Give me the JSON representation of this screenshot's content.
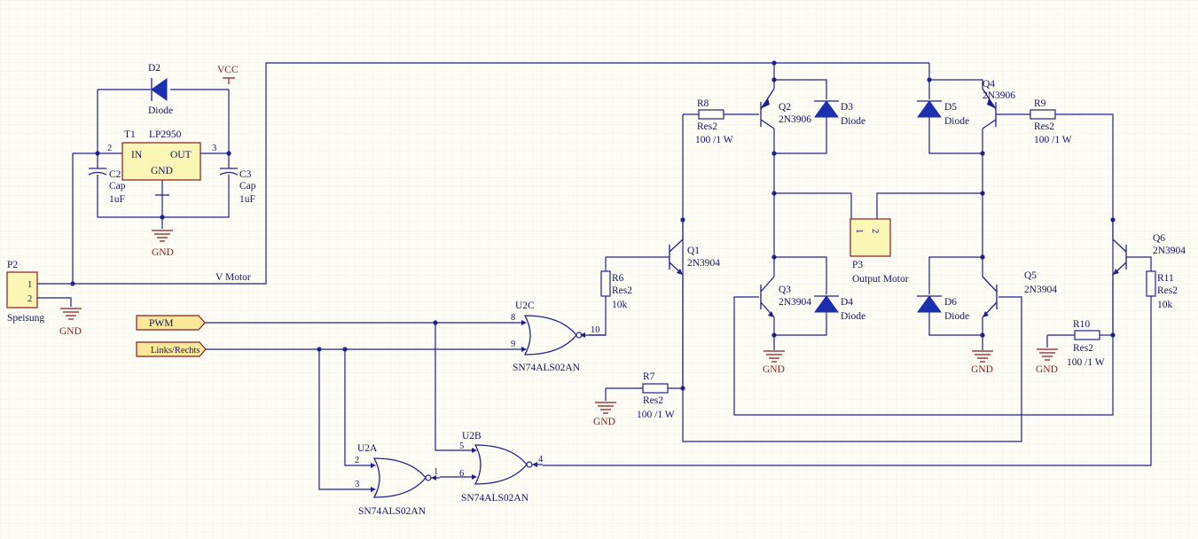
{
  "components": {
    "D2": {
      "ref": "D2",
      "value": "Diode"
    },
    "VCC": {
      "label": "VCC"
    },
    "T1": {
      "ref": "T1",
      "part": "LP2950",
      "pin_in": "IN",
      "pin_out": "OUT",
      "pin_gnd": "GND",
      "pin_num_in": "2",
      "pin_num_out": "3"
    },
    "C2": {
      "ref": "C2",
      "type": "Cap",
      "value": "1uF"
    },
    "C3": {
      "ref": "C3",
      "type": "Cap",
      "value": "1uF"
    },
    "GND_supply": {
      "label": "GND"
    },
    "P2": {
      "ref": "P2",
      "name": "Speisung",
      "pin1": "1",
      "pin2": "2"
    },
    "GND_p2": {
      "label": "GND"
    },
    "net_vmotor": {
      "label": "V Motor"
    },
    "port_pwm": {
      "label": "PWM"
    },
    "port_dir": {
      "label": "Links/Rechts"
    },
    "U2C": {
      "ref": "U2C",
      "part": "SN74ALS02AN",
      "pin_a": "8",
      "pin_b": "9",
      "pin_y": "10"
    },
    "U2A": {
      "ref": "U2A",
      "part": "SN74ALS02AN",
      "pin_a": "2",
      "pin_b": "3",
      "pin_y": "1"
    },
    "U2B": {
      "ref": "U2B",
      "part": "SN74ALS02AN",
      "pin_a": "5",
      "pin_b": "6",
      "pin_y": "4"
    },
    "R6": {
      "ref": "R6",
      "type": "Res2",
      "value": "10k"
    },
    "R7": {
      "ref": "R7",
      "type": "Res2",
      "value": "100 /1 W"
    },
    "R8": {
      "ref": "R8",
      "type": "Res2",
      "value": "100 /1 W"
    },
    "R9": {
      "ref": "R9",
      "type": "Res2",
      "value": "100 /1 W"
    },
    "R10": {
      "ref": "R10",
      "type": "Res2",
      "value": "100 /1 W"
    },
    "R11": {
      "ref": "R11",
      "type": "Res2",
      "value": "10k"
    },
    "Q1": {
      "ref": "Q1",
      "part": "2N3904"
    },
    "Q2": {
      "ref": "Q2",
      "part": "2N3906"
    },
    "Q3": {
      "ref": "Q3",
      "part": "2N3904"
    },
    "Q4": {
      "ref": "Q4",
      "part": "2N3906"
    },
    "Q5": {
      "ref": "Q5",
      "part": "2N3904"
    },
    "Q6": {
      "ref": "Q6",
      "part": "2N3904"
    },
    "D3": {
      "ref": "D3",
      "value": "Diode"
    },
    "D4": {
      "ref": "D4",
      "value": "Diode"
    },
    "D5": {
      "ref": "D5",
      "value": "Diode"
    },
    "D6": {
      "ref": "D6",
      "value": "Diode"
    },
    "P3": {
      "ref": "P3",
      "name": "Output Motor",
      "pin1": "1",
      "pin2": "2"
    },
    "GND_r7": {
      "label": "GND"
    },
    "GND_q3": {
      "label": "GND"
    },
    "GND_q5": {
      "label": "GND"
    },
    "GND_r10": {
      "label": "GND"
    }
  },
  "colors": {
    "wire": "#1f1f8f",
    "ground": "#8b1a1a",
    "diode": "#1c2fb0",
    "part_body": "#fbf6b5",
    "port": "#fbe89a"
  }
}
